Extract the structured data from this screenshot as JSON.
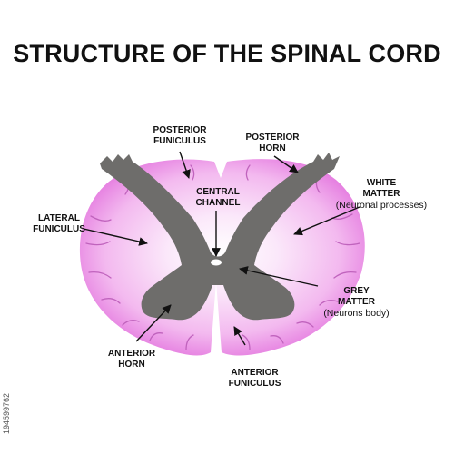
{
  "title": "STRUCTURE OF THE SPINAL CORD",
  "labels": {
    "posterior_funiculus": "POSTERIOR\nFUNICULUS",
    "posterior_horn": "POSTERIOR\nHORN",
    "white_matter": "WHITE\nMATTER",
    "white_matter_sub": "(Neuronal processes)",
    "central_channel": "CENTRAL\nCHANNEL",
    "lateral_funiculus": "LATERAL\nFUNICULUS",
    "grey_matter": "GREY\nMATTER",
    "grey_matter_sub": "(Neurons body)",
    "anterior_horn": "ANTERIOR\nHORN",
    "anterior_funiculus": "ANTERIOR\nFUNICULUS"
  },
  "side_id": "194599762",
  "colors": {
    "white_matter_outer": "#ea88e6",
    "white_matter_inner": "#fbe8fa",
    "grey_matter": "#6e6d6b",
    "vessel": "#c063bd",
    "text": "#111111"
  }
}
